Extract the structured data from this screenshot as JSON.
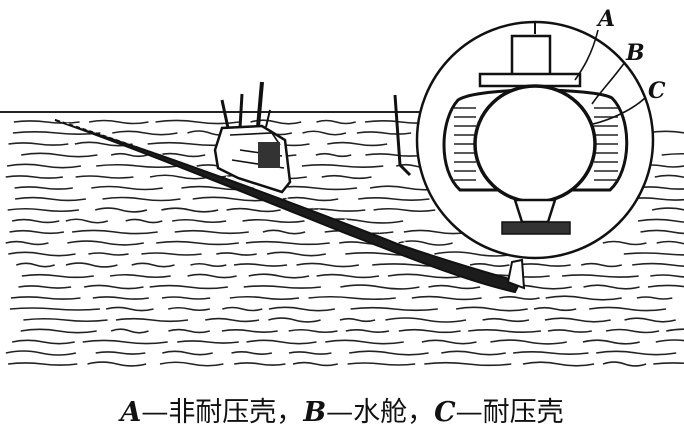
{
  "labels": {
    "a": "A",
    "b": "B",
    "c": "C"
  },
  "caption": {
    "a_key": "A",
    "a_text": "—非耐压壳，",
    "b_key": "B",
    "b_text": "—水舱，",
    "c_key": "C",
    "c_text": "—耐压壳"
  }
}
